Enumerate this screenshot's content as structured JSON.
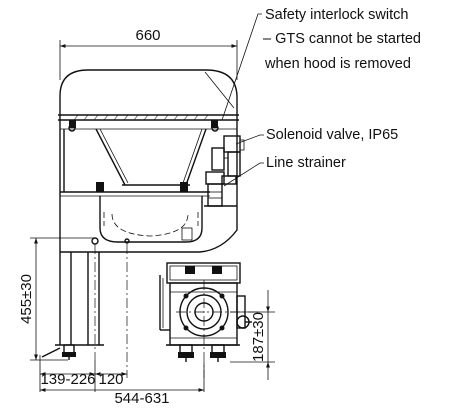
{
  "dimensions": {
    "width_top": "660",
    "height_left": "455±30",
    "height_right": "187±30",
    "offset_a": "139-226",
    "offset_b": "120",
    "offset_c": "544-631"
  },
  "callouts": {
    "interlock_line1": "Safety interlock switch",
    "interlock_line2": "– GTS cannot be started",
    "interlock_line3": "when hood is removed",
    "solenoid": "Solenoid valve, IP65",
    "strainer": "Line strainer"
  }
}
